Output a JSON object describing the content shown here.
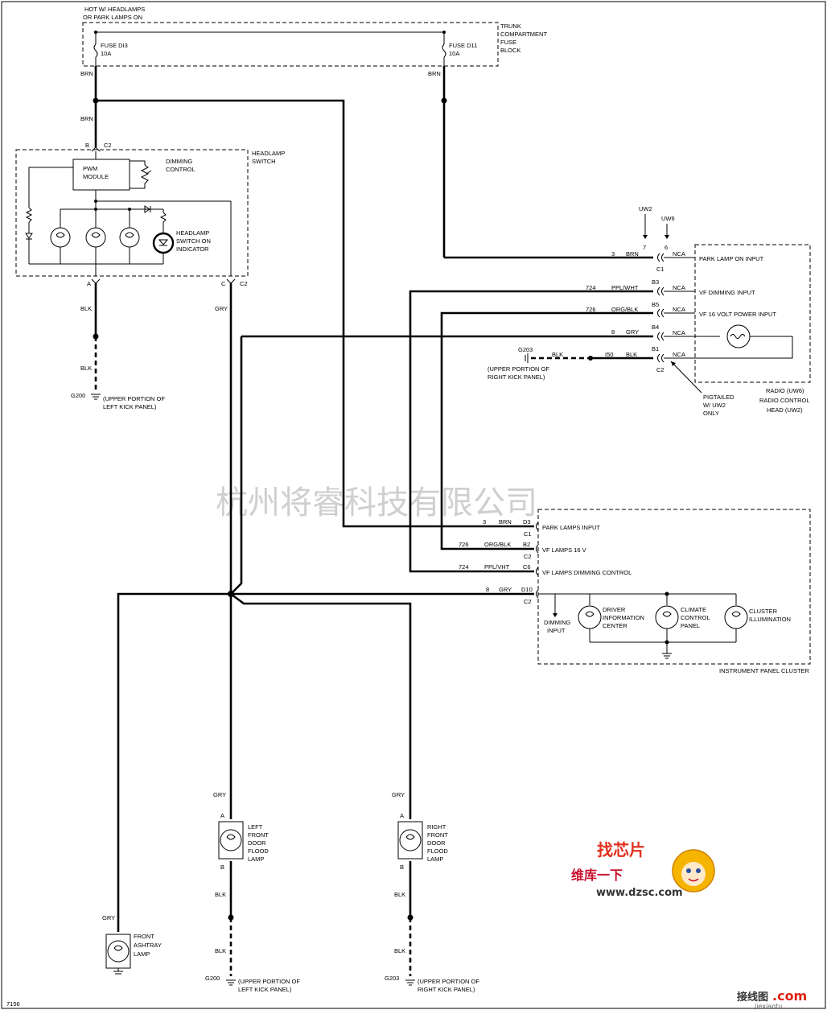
{
  "watermark": "杭州将睿科技有限公司",
  "logo": {
    "line1": "找芯片",
    "line2": "维库一下",
    "url": "www.dzsc.com",
    "corner_brand": "接线图",
    "corner_domain": ".com",
    "corner_sub": "jiexiantu"
  },
  "figure_id": "7156",
  "top": {
    "hot_label_1": "HOT W/ HEADLAMPS",
    "hot_label_2": "OR PARK LAMPS ON",
    "fuse_d13": "FUSE DI3",
    "fuse_d13_amp": "10A",
    "fuse_d11": "FUSE D11",
    "fuse_d11_amp": "10A",
    "block_1": "TRUNK",
    "block_2": "COMPARTMENT",
    "block_3": "FUSE",
    "block_4": "BLOCK",
    "wire_brn": "BRN"
  },
  "headlamp_switch": {
    "conn_b": "B",
    "conn_c2": "C2",
    "pwm_1": "PWM",
    "pwm_2": "MODULE",
    "dimming_1": "DIMMING",
    "dimming_2": "CONTROL",
    "title_1": "HEADLAMP",
    "title_2": "SWITCH",
    "indicator_1": "HEADLAMP",
    "indicator_2": "SWITCH ON",
    "indicator_3": "INDICATOR",
    "pin_a": "A",
    "pin_c": "C",
    "pin_c2": "C2",
    "wire_blk": "BLK",
    "wire_gry": "GRY",
    "ground": "G200",
    "ground_loc_1": "(UPPER PORTION OF",
    "ground_loc_2": "LEFT KICK PANEL)"
  },
  "radio": {
    "uw2": "UW2",
    "uw6": "UW6",
    "pin7": "7",
    "pin6": "6",
    "nca": "NCA",
    "w3": "3",
    "brn": "BRN",
    "c1": "C1",
    "park_input": "PARK LAMP ON INPUT",
    "b3": "B3",
    "w724": "724",
    "ppl_wht": "PPL/WHT",
    "vf_dim": "VF DIMMING INPUT",
    "b5": "B5",
    "w726": "726",
    "org_blk": "ORG/BLK",
    "vf_power": "VF 16 VOLT POWER INPUT",
    "b4": "B4",
    "w8": "8",
    "gry": "GRY",
    "b1": "B1",
    "w150": "I50",
    "blk": "BLK",
    "c2": "C2",
    "g203": "G203",
    "g203_loc_1": "(UPPER PORTION OF",
    "g203_loc_2": "RIGHT KICK PANEL)",
    "pigtail_1": "PIGTAILED",
    "pigtail_2": "W/ UW2",
    "pigtail_3": "ONLY",
    "title_1": "RADIO   (UW6)",
    "title_2": "RADIO CONTROL",
    "title_3": "HEAD   (UW2)"
  },
  "cluster": {
    "w3": "3",
    "brn": "BRN",
    "d3": "D3",
    "c1": "C1",
    "park_input": "PARK LAMPS INPUT",
    "w726": "726",
    "org_blk": "ORG/BLK",
    "b2": "B2",
    "c2a": "C2",
    "vf_lamps": "VF LAMPS 16 V",
    "w724": "724",
    "ppl_wht": "PPL/VHT",
    "c6": "C6",
    "vf_dim_ctrl": "VF LAMPS DIMMING CONTROL",
    "w8": "8",
    "gry": "GRY",
    "d10": "D10",
    "c2b": "C2",
    "dim_in_1": "DIMMING",
    "dim_in_2": "INPUT",
    "dic_1": "DRIVER",
    "dic_2": "INFORMATION",
    "dic_3": "CENTER",
    "ccp_1": "CLIMATE",
    "ccp_2": "CONTROL",
    "ccp_3": "PANEL",
    "cl_1": "CLUSTER",
    "cl_2": "ILLUMINATION",
    "title": "INSTRUMENT PANEL CLUSTER"
  },
  "lamps": {
    "lf_gry": "GRY",
    "lf_a": "A",
    "lf_1": "LEFT",
    "lf_2": "FRONT",
    "lf_3": "DOOR",
    "lf_4": "FLOOD",
    "lf_5": "LAMP",
    "lf_b": "B",
    "lf_blk1": "BLK",
    "lf_blk2": "BLK",
    "lf_g": "G200",
    "lf_loc_1": "(UPPER PORTION OF",
    "lf_loc_2": "LEFT KICK PANEL)",
    "rf_gry": "GRY",
    "rf_a": "A",
    "rf_1": "RIGHT",
    "rf_2": "FRONT",
    "rf_3": "DOOR",
    "rf_4": "FLOOD",
    "rf_5": "LAMP",
    "rf_b": "B",
    "rf_blk1": "BLK",
    "rf_blk2": "BLK",
    "rf_g": "G203",
    "rf_loc_1": "(UPPER PORTION OF",
    "rf_loc_2": "RIGHT KICK PANEL)",
    "ash_gry": "GRY",
    "ash_1": "FRONT",
    "ash_2": "ASHTRAY",
    "ash_3": "LAMP"
  }
}
